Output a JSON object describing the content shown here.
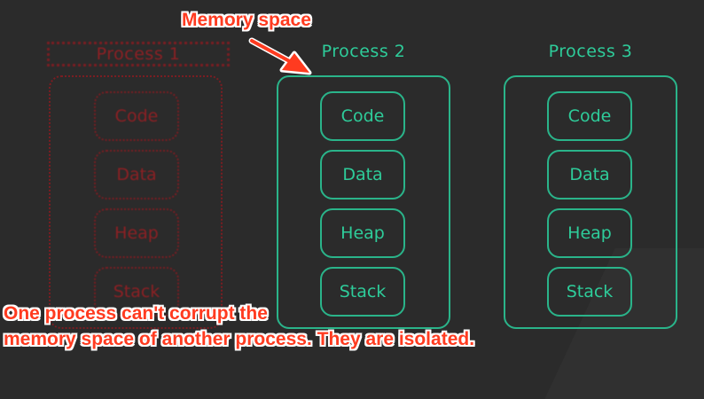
{
  "processes": [
    {
      "title": "Process 1",
      "state": "faded",
      "segments": [
        "Code",
        "Data",
        "Heap",
        "Stack"
      ]
    },
    {
      "title": "Process 2",
      "state": "active",
      "segments": [
        "Code",
        "Data",
        "Heap",
        "Stack"
      ]
    },
    {
      "title": "Process 3",
      "state": "active",
      "segments": [
        "Code",
        "Data",
        "Heap",
        "Stack"
      ]
    }
  ],
  "annotations": {
    "memory_space": "Memory space",
    "note_line1": "One process can't corrupt the",
    "note_line2": "memory space of another process. They are isolated."
  },
  "colors": {
    "background": "#2b2b2b",
    "active": "#2ecc9a",
    "faded": "#8c2024",
    "annotation": "#ff3b20"
  }
}
